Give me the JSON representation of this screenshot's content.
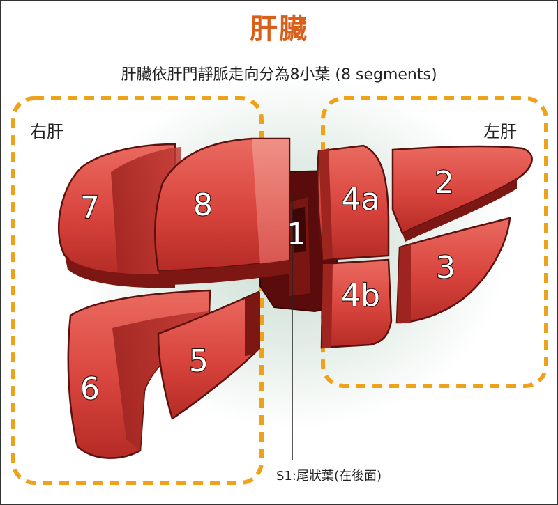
{
  "title": "肝臟",
  "subtitle": "肝臟依肝門靜脈走向分為8小葉 (8 segments)",
  "regions": {
    "right_liver": "右肝",
    "left_liver": "左肝"
  },
  "segments": {
    "s1": "1",
    "s2": "2",
    "s3": "3",
    "s4a": "4a",
    "s4b": "4b",
    "s5": "5",
    "s6": "6",
    "s7": "7",
    "s8": "8"
  },
  "caudate_note": "S1:尾狀葉(在後面)",
  "colors": {
    "title": "#d9601b",
    "dashed_border": "#f0a11c",
    "liver_light": "#e0504a",
    "liver_dark": "#8a1b17",
    "caudate": "#5a0c0c"
  }
}
